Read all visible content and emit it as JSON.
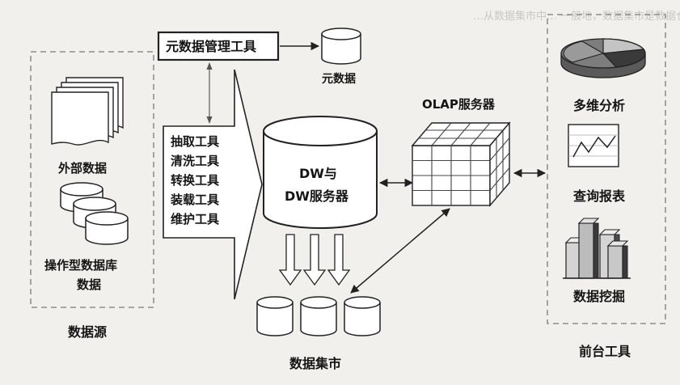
{
  "header_text": "…从数据集市中…  一般地，数据集市是数据仓库的…",
  "sources": {
    "group_label": "数据源",
    "external_label": "外部数据",
    "operational_label": "操作型数据库",
    "operational_label_line2": "数据"
  },
  "meta_tool_label": "元数据管理工具",
  "metadata_label": "元数据",
  "etl_tools": [
    "抽取工具",
    "清洗工具",
    "转换工具",
    "装载工具",
    "维护工具"
  ],
  "dw": {
    "line1": "DW与",
    "line2": "DW服务器"
  },
  "olap_label": "OLAP服务器",
  "datamart_label": "数据集市",
  "frontend": {
    "group_label": "前台工具",
    "items": [
      "多维分析",
      "查询报表",
      "数据挖掘"
    ]
  },
  "colors": {
    "background": "#f1f0ec",
    "stroke": "#222222",
    "dashed_border": "#7a7a7a",
    "pie_dark": "#3a3a3a",
    "pie_mid": "#7d7d7d",
    "pie_light": "#c4c4c4",
    "bar_dark": "#4a4a4a",
    "bar_light": "#d4d4d4"
  }
}
